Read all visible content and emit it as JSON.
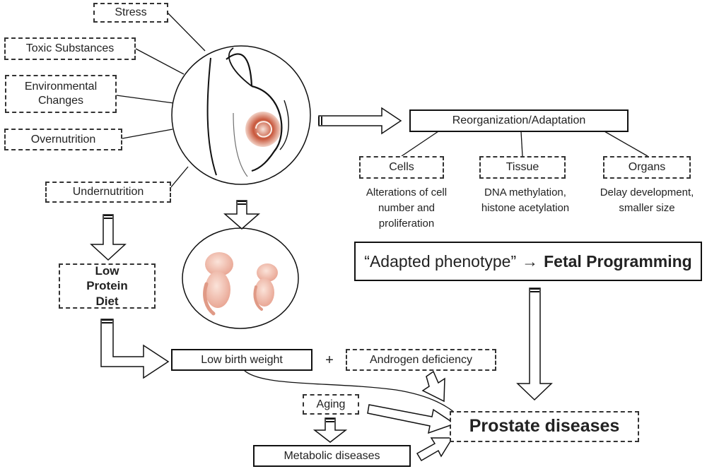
{
  "factors": {
    "stress": "Stress",
    "toxic": "Toxic Substances",
    "environmental": "Environmental Changes",
    "overnutrition": "Overnutrition",
    "undernutrition": "Undernutrition"
  },
  "low_protein": "Low Protein Diet",
  "reorganization": "Reorganization/Adaptation",
  "levels": [
    {
      "label": "Cells",
      "caption": "Alterations of cell number and proliferation"
    },
    {
      "label": "Tissue",
      "caption": "DNA methylation, histone acetylation"
    },
    {
      "label": "Organs",
      "caption": "Delay development, smaller size"
    }
  ],
  "phenotype": {
    "prefix": "“Adapted phenotype”",
    "arrow": "→",
    "emphasis": "Fetal Programming"
  },
  "low_birth_weight": "Low birth weight",
  "plus": "+",
  "androgen": "Androgen deficiency",
  "aging": "Aging",
  "metabolic": "Metabolic diseases",
  "prostate": "Prostate diseases",
  "colors": {
    "line": "#111111",
    "dash": "#333333",
    "fetus": "#f2c3b5",
    "embryo": "#b8432c"
  }
}
